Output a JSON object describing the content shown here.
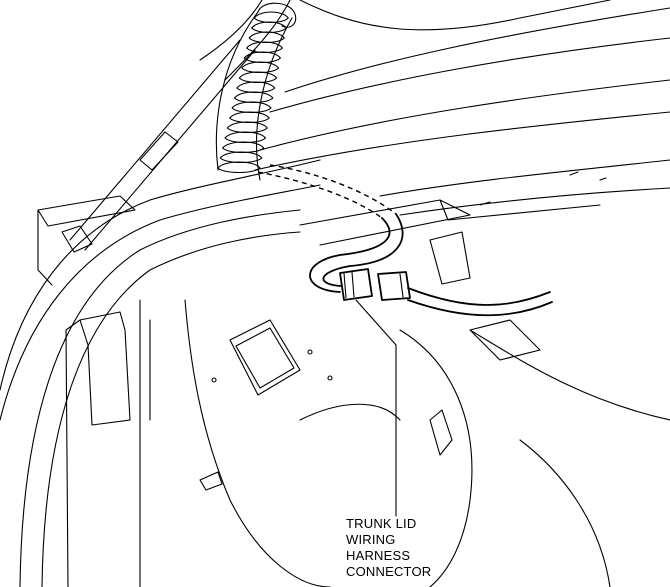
{
  "callout": {
    "lines": [
      "TRUNK LID",
      "WIRING",
      "HARNESS",
      "CONNECTOR"
    ]
  },
  "colors": {
    "line": "#000000",
    "background": "#ffffff"
  }
}
